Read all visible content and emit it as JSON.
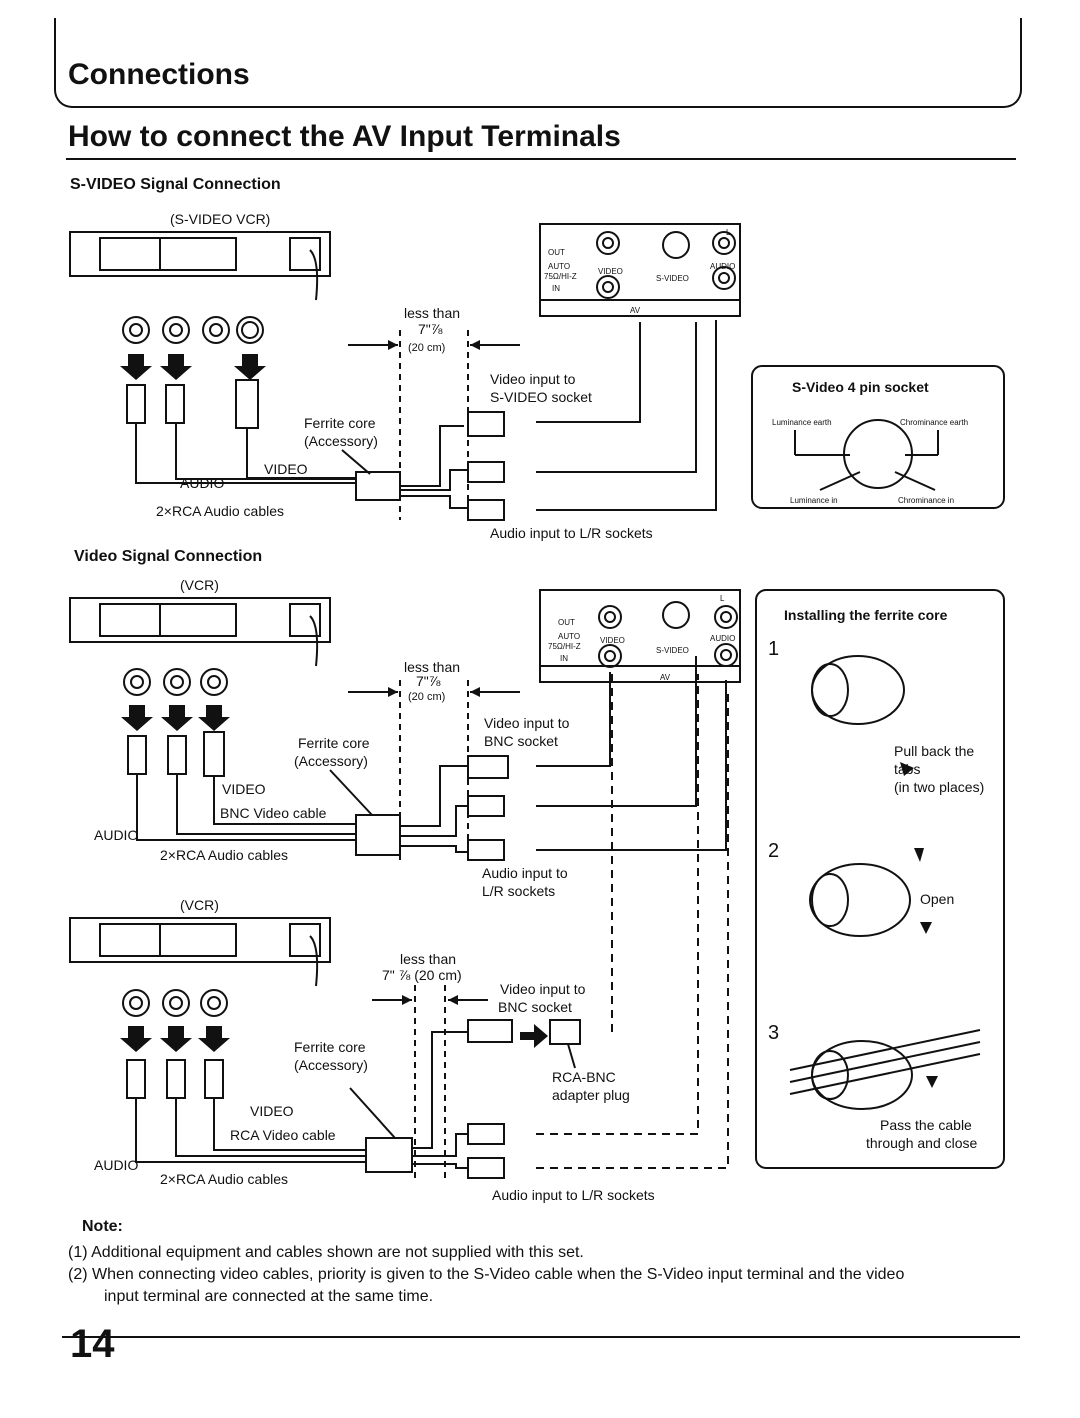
{
  "section": {
    "title": "Connections"
  },
  "page_heading": "How to connect the AV Input Terminals",
  "svideo_section": {
    "heading": "S-VIDEO Signal Connection",
    "vcr_label": "(S-VIDEO VCR)",
    "less_than": "less than",
    "length_in": "7\"⅞",
    "length_cm": "(20 cm)",
    "video_input": [
      "Video input to",
      "S-VIDEO socket"
    ],
    "ferrite": [
      "Ferrite core",
      "(Accessory)"
    ],
    "audio": "AUDIO",
    "video": "VIDEO",
    "cables": "2×RCA Audio cables",
    "audio_input": "Audio input to L/R sockets"
  },
  "terminal_panel": {
    "out": "OUT",
    "auto": "AUTO",
    "impedance": "75Ω/HI-Z",
    "in": "IN",
    "video": "VIDEO",
    "svideo": "S-VIDEO",
    "audio": "AUDIO",
    "l": "L",
    "av": "AV"
  },
  "svideo_pin": {
    "title": "S-Video 4 pin socket",
    "lum_earth": "Luminance earth",
    "chrom_earth": "Chrominance earth",
    "lum_in": "Luminance in",
    "chrom_in": "Chrominance in"
  },
  "video_section": {
    "heading": "Video Signal Connection",
    "vcr_label": "(VCR)",
    "less_than": "less than",
    "length_in": "7\"⅞",
    "length_cm": "(20 cm)",
    "video_input": [
      "Video input to",
      "BNC socket"
    ],
    "ferrite": [
      "Ferrite core",
      "(Accessory)"
    ],
    "video": "VIDEO",
    "bnc_cable": "BNC Video cable",
    "audio": "AUDIO",
    "cables": "2×RCA Audio cables",
    "audio_input": [
      "Audio input to",
      "L/R sockets"
    ]
  },
  "ferrite_install": {
    "title": "Installing the ferrite core",
    "step1": "1",
    "step1_text": [
      "Pull back the",
      "tabs",
      "(in two places)"
    ],
    "step2": "2",
    "step2_text": "Open",
    "step3": "3",
    "step3_text": [
      "Pass the cable",
      "through and close"
    ]
  },
  "rca_section": {
    "vcr_label": "(VCR)",
    "less_than": "less than",
    "length": "7\" ⅞ (20 cm)",
    "video_input": [
      "Video input to",
      "BNC socket"
    ],
    "ferrite": [
      "Ferrite core",
      "(Accessory)"
    ],
    "adapter": [
      "RCA-BNC",
      "adapter plug"
    ],
    "video": "VIDEO",
    "rca_cable": "RCA Video cable",
    "audio": "AUDIO",
    "cables": "2×RCA Audio cables",
    "audio_input": "Audio input to L/R sockets"
  },
  "notes": {
    "title": "Note:",
    "items": [
      "(1) Additional equipment and cables shown are not supplied with this set.",
      "(2) When connecting video cables, priority is given to the S-Video cable when the S-Video input terminal and the video",
      "input terminal are connected at the same time."
    ]
  },
  "page_number": "14"
}
